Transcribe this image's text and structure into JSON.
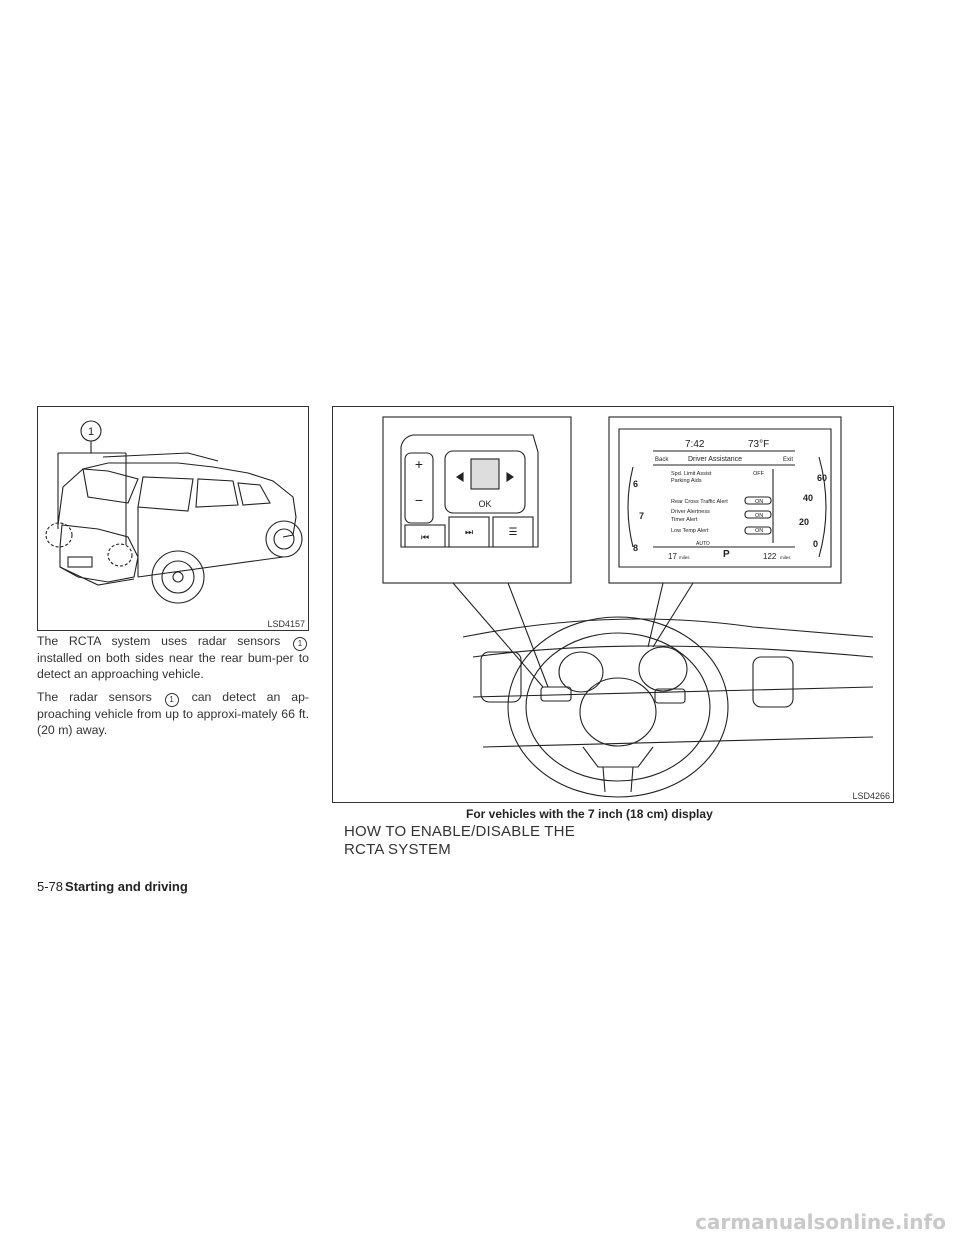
{
  "figure_left": {
    "code": "LSD4157",
    "callout_label": "1"
  },
  "figure_right": {
    "code": "LSD4266",
    "caption": "For vehicles with the 7 inch (18 cm) display",
    "switch_labels": {
      "plus": "+",
      "minus": "−",
      "ok": "OK"
    },
    "display": {
      "time": "7:42",
      "temp": "73°F",
      "back": "Back",
      "menu_title": "Driver Assistance",
      "exit": "Exit",
      "items": [
        {
          "label": "Spd. Limit Assist",
          "value": "OFF"
        },
        {
          "label": "Parking Aids",
          "value": ""
        },
        {
          "label": "Rear Cross Traffic Alert",
          "value": "ON"
        },
        {
          "label": "Driver Alertness",
          "value": "ON"
        },
        {
          "label": "Timer Alert",
          "value": ""
        },
        {
          "label": "Low Temp Alert",
          "value": "ON"
        }
      ],
      "trip_left": "17",
      "trip_left_unit": "miles",
      "mode": "AUTO",
      "gear": "P",
      "range": "122",
      "range_unit": "miles",
      "tach_ticks": [
        "6",
        "7",
        "8"
      ],
      "speed_ticks": [
        "60",
        "40",
        "20",
        "0"
      ]
    }
  },
  "paragraphs": {
    "p1a": "The RCTA system uses radar sensors",
    "p1b": "installed on both sides near the rear bum-per to detect an approaching vehicle.",
    "p2a": "The radar sensors",
    "p2b": "can detect an ap-proaching vehicle from up to approxi-mately 66 ft. (20 m) away.",
    "callout": "1"
  },
  "section_heading_line1": "HOW TO ENABLE/DISABLE THE",
  "section_heading_line2": "RCTA SYSTEM",
  "footer": {
    "page": "5-78",
    "section": "Starting and driving"
  },
  "watermark": "carmanualsonline.info"
}
